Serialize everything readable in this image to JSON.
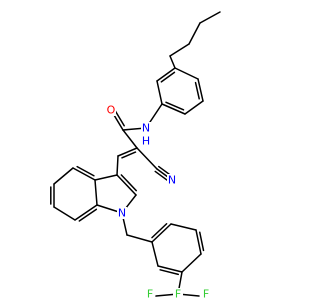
{
  "structure": {
    "type": "skeletal-formula",
    "atom_labels": [
      {
        "id": "n-amide",
        "text": "N",
        "color": "#0000ff"
      },
      {
        "id": "h-amide",
        "text": "H",
        "color": "#0000ff"
      },
      {
        "id": "o-carbonyl",
        "text": "O",
        "color": "#ff0000"
      },
      {
        "id": "n-nitrile",
        "text": "N",
        "color": "#0000ff"
      },
      {
        "id": "n-indole",
        "text": "N",
        "color": "#0000ff"
      },
      {
        "id": "f-1",
        "text": "F",
        "color": "#33cc33"
      },
      {
        "id": "f-2",
        "text": "F",
        "color": "#33cc33"
      },
      {
        "id": "f-3",
        "text": "F",
        "color": "#33cc33"
      }
    ],
    "bond_color": "#000000"
  }
}
